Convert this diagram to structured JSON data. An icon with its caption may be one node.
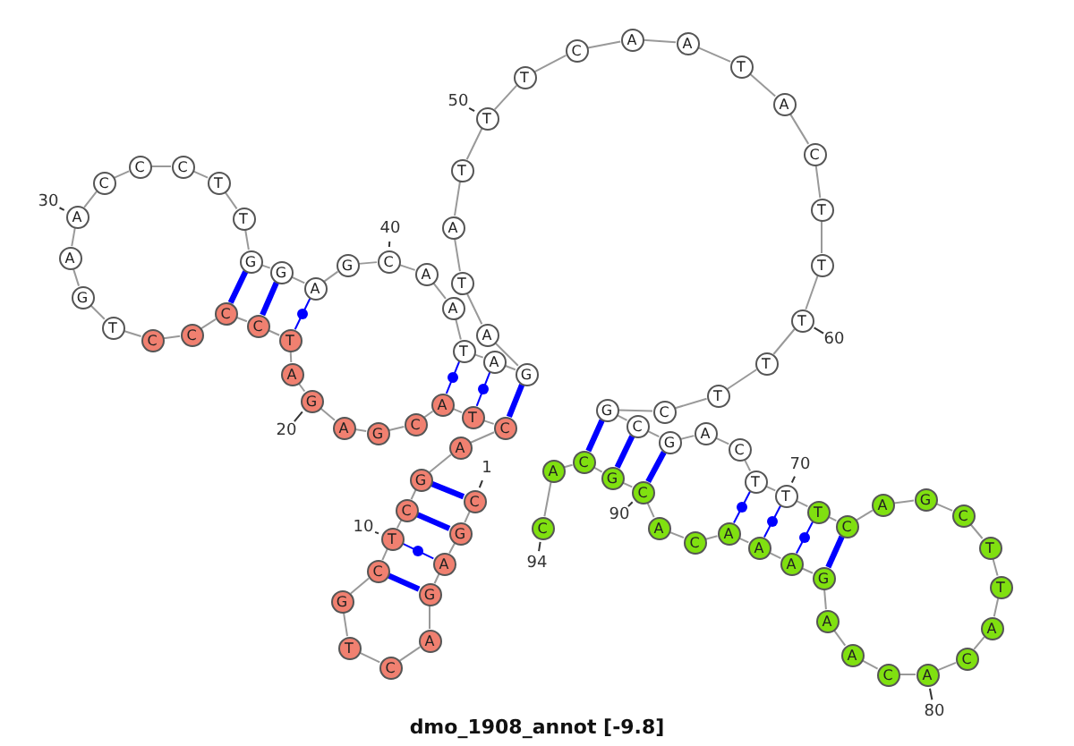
{
  "diagram": {
    "title": "dmo_1908_annot [-9.8]",
    "nodes": [
      {
        "text": [
          "C"
        ],
        "beside": [
          "1"
        ]
      },
      {
        "text": [
          "G"
        ]
      },
      {
        "text": [
          "A"
        ]
      },
      {
        "text": [
          "G"
        ]
      },
      {
        "text": [
          "A"
        ]
      },
      {
        "text": [
          "C"
        ]
      },
      {
        "text": [
          "T"
        ]
      },
      {
        "text": [
          "G"
        ]
      },
      {
        "text": [
          "C"
        ]
      },
      {
        "text": [
          "T"
        ],
        "beside": [
          "10"
        ]
      },
      {
        "text": [
          "C"
        ]
      },
      {
        "text": [
          "G"
        ]
      },
      {
        "text": [
          "A"
        ]
      },
      {
        "text": [
          "C"
        ]
      },
      {
        "text": [
          "T"
        ]
      },
      {
        "text": [
          "A"
        ]
      },
      {
        "text": [
          "C"
        ]
      },
      {
        "text": [
          "G"
        ]
      },
      {
        "text": [
          "A"
        ]
      },
      {
        "text": [
          "G"
        ],
        "beside": [
          "20"
        ]
      },
      {
        "text": [
          "A"
        ]
      },
      {
        "text": [
          "T"
        ]
      },
      {
        "text": [
          "C"
        ]
      },
      {
        "text": [
          "C"
        ]
      },
      {
        "text": [
          "C"
        ]
      },
      {
        "text": [
          "C"
        ]
      },
      {
        "text": [
          "T"
        ]
      },
      {
        "text": [
          "G"
        ]
      },
      {
        "text": [
          "A"
        ]
      },
      {
        "text": [
          "A"
        ],
        "beside": [
          "30"
        ]
      },
      {
        "text": [
          "C"
        ]
      },
      {
        "text": [
          "C"
        ]
      },
      {
        "text": [
          "C"
        ]
      },
      {
        "text": [
          "T"
        ]
      },
      {
        "text": [
          "T"
        ]
      },
      {
        "text": [
          "G"
        ]
      },
      {
        "text": [
          "G"
        ]
      },
      {
        "text": [
          "A"
        ]
      },
      {
        "text": [
          "G"
        ]
      },
      {
        "text": [
          "C"
        ],
        "beside": [
          "40"
        ]
      },
      {
        "text": [
          "A"
        ]
      },
      {
        "text": [
          "A"
        ]
      },
      {
        "text": [
          "T"
        ]
      },
      {
        "text": [
          "A"
        ]
      },
      {
        "text": [
          "G"
        ]
      },
      {
        "text": [
          "A"
        ]
      },
      {
        "text": [
          "T"
        ]
      },
      {
        "text": [
          "A"
        ]
      },
      {
        "text": [
          "T"
        ]
      },
      {
        "text": [
          "T"
        ],
        "beside": [
          "50"
        ]
      },
      {
        "text": [
          "T"
        ]
      },
      {
        "text": [
          "C"
        ]
      },
      {
        "text": [
          "A"
        ]
      },
      {
        "text": [
          "A"
        ]
      },
      {
        "text": [
          "T"
        ]
      },
      {
        "text": [
          "A"
        ]
      },
      {
        "text": [
          "C"
        ]
      },
      {
        "text": [
          "T"
        ]
      },
      {
        "text": [
          "T"
        ]
      },
      {
        "text": [
          "T"
        ],
        "beside": [
          "60"
        ]
      },
      {
        "text": [
          "T"
        ]
      },
      {
        "text": [
          "T"
        ]
      },
      {
        "text": [
          "C"
        ]
      },
      {
        "text": [
          "G"
        ]
      },
      {
        "text": [
          "C"
        ]
      },
      {
        "text": [
          "G"
        ]
      },
      {
        "text": [
          "A"
        ]
      },
      {
        "text": [
          "C"
        ]
      },
      {
        "text": [
          "T"
        ]
      },
      {
        "text": [
          "T"
        ],
        "beside": [
          "70"
        ]
      },
      {
        "text": [
          "T"
        ]
      },
      {
        "text": [
          "C"
        ]
      },
      {
        "text": [
          "A"
        ]
      },
      {
        "text": [
          "G"
        ]
      },
      {
        "text": [
          "C"
        ]
      },
      {
        "text": [
          "T"
        ]
      },
      {
        "text": [
          "T"
        ]
      },
      {
        "text": [
          "A"
        ]
      },
      {
        "text": [
          "C"
        ]
      },
      {
        "text": [
          "A"
        ],
        "beside": [
          "80"
        ]
      },
      {
        "text": [
          "C"
        ]
      },
      {
        "text": [
          "A"
        ]
      },
      {
        "text": [
          "A"
        ]
      },
      {
        "text": [
          "G"
        ]
      },
      {
        "text": [
          "A"
        ]
      },
      {
        "text": [
          "A"
        ]
      },
      {
        "text": [
          "A"
        ]
      },
      {
        "text": [
          "C"
        ]
      },
      {
        "text": [
          "A"
        ]
      },
      {
        "text": [
          "C"
        ],
        "beside": [
          "90"
        ]
      },
      {
        "text": [
          "G"
        ]
      },
      {
        "text": [
          "C"
        ]
      },
      {
        "text": [
          "A"
        ]
      },
      {
        "text": [
          "C"
        ],
        "beside": [
          "94"
        ]
      }
    ],
    "edges": [
      {
        "from": 0,
        "to": 1,
        "arrow": "none"
      },
      {
        "from": 1,
        "to": 2,
        "arrow": "none"
      },
      {
        "from": 2,
        "to": 3,
        "arrow": "none"
      },
      {
        "from": 3,
        "to": 4,
        "arrow": "none"
      },
      {
        "from": 4,
        "to": 5,
        "arrow": "none"
      },
      {
        "from": 5,
        "to": 6,
        "arrow": "none"
      },
      {
        "from": 6,
        "to": 7,
        "arrow": "none"
      },
      {
        "from": 7,
        "to": 8,
        "arrow": "none"
      },
      {
        "from": 8,
        "to": 9,
        "arrow": "none"
      },
      {
        "from": 9,
        "to": 10,
        "arrow": "none"
      },
      {
        "from": 10,
        "to": 11,
        "arrow": "none"
      },
      {
        "from": 11,
        "to": 12,
        "arrow": "none"
      },
      {
        "from": 12,
        "to": 13,
        "arrow": "none"
      },
      {
        "from": 13,
        "to": 14,
        "arrow": "none"
      },
      {
        "from": 14,
        "to": 15,
        "arrow": "none"
      },
      {
        "from": 15,
        "to": 16,
        "arrow": "none"
      },
      {
        "from": 16,
        "to": 17,
        "arrow": "none"
      },
      {
        "from": 17,
        "to": 18,
        "arrow": "none"
      },
      {
        "from": 18,
        "to": 19,
        "arrow": "none"
      },
      {
        "from": 19,
        "to": 20,
        "arrow": "none"
      },
      {
        "from": 20,
        "to": 21,
        "arrow": "none"
      },
      {
        "from": 21,
        "to": 22,
        "arrow": "none"
      },
      {
        "from": 22,
        "to": 23,
        "arrow": "none"
      },
      {
        "from": 23,
        "to": 24,
        "arrow": "none"
      },
      {
        "from": 24,
        "to": 25,
        "arrow": "none"
      },
      {
        "from": 25,
        "to": 26,
        "arrow": "none"
      },
      {
        "from": 26,
        "to": 27,
        "arrow": "none"
      },
      {
        "from": 27,
        "to": 28,
        "arrow": "none"
      },
      {
        "from": 28,
        "to": 29,
        "arrow": "none"
      },
      {
        "from": 29,
        "to": 30,
        "arrow": "none"
      },
      {
        "from": 30,
        "to": 31,
        "arrow": "none"
      },
      {
        "from": 31,
        "to": 32,
        "arrow": "none"
      },
      {
        "from": 32,
        "to": 33,
        "arrow": "none"
      },
      {
        "from": 33,
        "to": 34,
        "arrow": "none"
      },
      {
        "from": 34,
        "to": 35,
        "arrow": "none"
      },
      {
        "from": 35,
        "to": 36,
        "arrow": "none"
      },
      {
        "from": 36,
        "to": 37,
        "arrow": "none"
      },
      {
        "from": 37,
        "to": 38,
        "arrow": "none"
      },
      {
        "from": 38,
        "to": 39,
        "arrow": "none"
      },
      {
        "from": 39,
        "to": 40,
        "arrow": "none"
      },
      {
        "from": 40,
        "to": 41,
        "arrow": "none"
      },
      {
        "from": 41,
        "to": 42,
        "arrow": "none"
      },
      {
        "from": 42,
        "to": 43,
        "arrow": "none"
      },
      {
        "from": 43,
        "to": 44,
        "arrow": "none"
      },
      {
        "from": 44,
        "to": 45,
        "arrow": "none"
      },
      {
        "from": 45,
        "to": 46,
        "arrow": "none"
      },
      {
        "from": 46,
        "to": 47,
        "arrow": "none"
      },
      {
        "from": 47,
        "to": 48,
        "arrow": "none"
      },
      {
        "from": 48,
        "to": 49,
        "arrow": "none"
      },
      {
        "from": 49,
        "to": 50,
        "arrow": "none"
      },
      {
        "from": 50,
        "to": 51,
        "arrow": "none"
      },
      {
        "from": 51,
        "to": 52,
        "arrow": "none"
      },
      {
        "from": 52,
        "to": 53,
        "arrow": "none"
      },
      {
        "from": 53,
        "to": 54,
        "arrow": "none"
      },
      {
        "from": 54,
        "to": 55,
        "arrow": "none"
      },
      {
        "from": 55,
        "to": 56,
        "arrow": "none"
      },
      {
        "from": 56,
        "to": 57,
        "arrow": "none"
      },
      {
        "from": 57,
        "to": 58,
        "arrow": "none"
      },
      {
        "from": 58,
        "to": 59,
        "arrow": "none"
      },
      {
        "from": 59,
        "to": 60,
        "arrow": "none"
      },
      {
        "from": 60,
        "to": 61,
        "arrow": "none"
      },
      {
        "from": 61,
        "to": 62,
        "arrow": "none"
      },
      {
        "from": 62,
        "to": 63,
        "arrow": "none"
      },
      {
        "from": 63,
        "to": 64,
        "arrow": "none"
      },
      {
        "from": 64,
        "to": 65,
        "arrow": "none"
      },
      {
        "from": 65,
        "to": 66,
        "arrow": "none"
      },
      {
        "from": 66,
        "to": 67,
        "arrow": "none"
      },
      {
        "from": 67,
        "to": 68,
        "arrow": "none"
      },
      {
        "from": 68,
        "to": 69,
        "arrow": "none"
      },
      {
        "from": 69,
        "to": 70,
        "arrow": "none"
      },
      {
        "from": 70,
        "to": 71,
        "arrow": "none"
      },
      {
        "from": 71,
        "to": 72,
        "arrow": "none"
      },
      {
        "from": 72,
        "to": 73,
        "arrow": "none"
      },
      {
        "from": 73,
        "to": 74,
        "arrow": "none"
      },
      {
        "from": 74,
        "to": 75,
        "arrow": "none"
      },
      {
        "from": 75,
        "to": 76,
        "arrow": "none"
      },
      {
        "from": 76,
        "to": 77,
        "arrow": "none"
      },
      {
        "from": 77,
        "to": 78,
        "arrow": "none"
      },
      {
        "from": 78,
        "to": 79,
        "arrow": "none"
      },
      {
        "from": 79,
        "to": 80,
        "arrow": "none"
      },
      {
        "from": 80,
        "to": 81,
        "arrow": "none"
      },
      {
        "from": 81,
        "to": 82,
        "arrow": "none"
      },
      {
        "from": 82,
        "to": 83,
        "arrow": "none"
      },
      {
        "from": 83,
        "to": 84,
        "arrow": "none"
      },
      {
        "from": 84,
        "to": 85,
        "arrow": "none"
      },
      {
        "from": 85,
        "to": 86,
        "arrow": "none"
      },
      {
        "from": 86,
        "to": 87,
        "arrow": "none"
      },
      {
        "from": 87,
        "to": 88,
        "arrow": "none"
      },
      {
        "from": 88,
        "to": 89,
        "arrow": "none"
      },
      {
        "from": 89,
        "to": 90,
        "arrow": "none"
      },
      {
        "from": 90,
        "to": 91,
        "arrow": "none"
      },
      {
        "from": 91,
        "to": 92,
        "arrow": "none"
      },
      {
        "from": 92,
        "to": 93,
        "arrow": "none"
      },
      {
        "from": 0,
        "to": 11,
        "arrow": "none",
        "style": "thick",
        "color": "#0000ff"
      },
      {
        "from": 1,
        "to": 10,
        "arrow": "none",
        "style": "thick",
        "color": "#0000ff"
      },
      {
        "from": 2,
        "to": 9,
        "arrow": "none",
        "color": "#0000ff"
      },
      {
        "from": 3,
        "to": 8,
        "arrow": "none",
        "style": "thick",
        "color": "#0000ff"
      },
      {
        "from": 13,
        "to": 44,
        "arrow": "none",
        "style": "thick",
        "color": "#0000ff"
      },
      {
        "from": 14,
        "to": 43,
        "arrow": "none",
        "color": "#0000ff"
      },
      {
        "from": 15,
        "to": 42,
        "arrow": "none",
        "color": "#0000ff"
      },
      {
        "from": 21,
        "to": 37,
        "arrow": "none",
        "color": "#0000ff"
      },
      {
        "from": 22,
        "to": 36,
        "arrow": "none",
        "style": "thick",
        "color": "#0000ff"
      },
      {
        "from": 23,
        "to": 35,
        "arrow": "none",
        "style": "thick",
        "color": "#0000ff"
      },
      {
        "from": 63,
        "to": 91,
        "arrow": "none",
        "style": "thick",
        "color": "#0000ff"
      },
      {
        "from": 64,
        "to": 90,
        "arrow": "none",
        "style": "thick",
        "color": "#0000ff"
      },
      {
        "from": 65,
        "to": 89,
        "arrow": "none",
        "style": "thick",
        "color": "#0000ff"
      },
      {
        "from": 68,
        "to": 86,
        "arrow": "none",
        "color": "#0000ff"
      },
      {
        "from": 69,
        "to": 85,
        "arrow": "none",
        "color": "#0000ff"
      },
      {
        "from": 70,
        "to": 84,
        "arrow": "none",
        "color": "#0000ff"
      },
      {
        "from": 71,
        "to": 83,
        "arrow": "none",
        "style": "thick",
        "color": "#0000ff"
      }
    ]
  }
}
